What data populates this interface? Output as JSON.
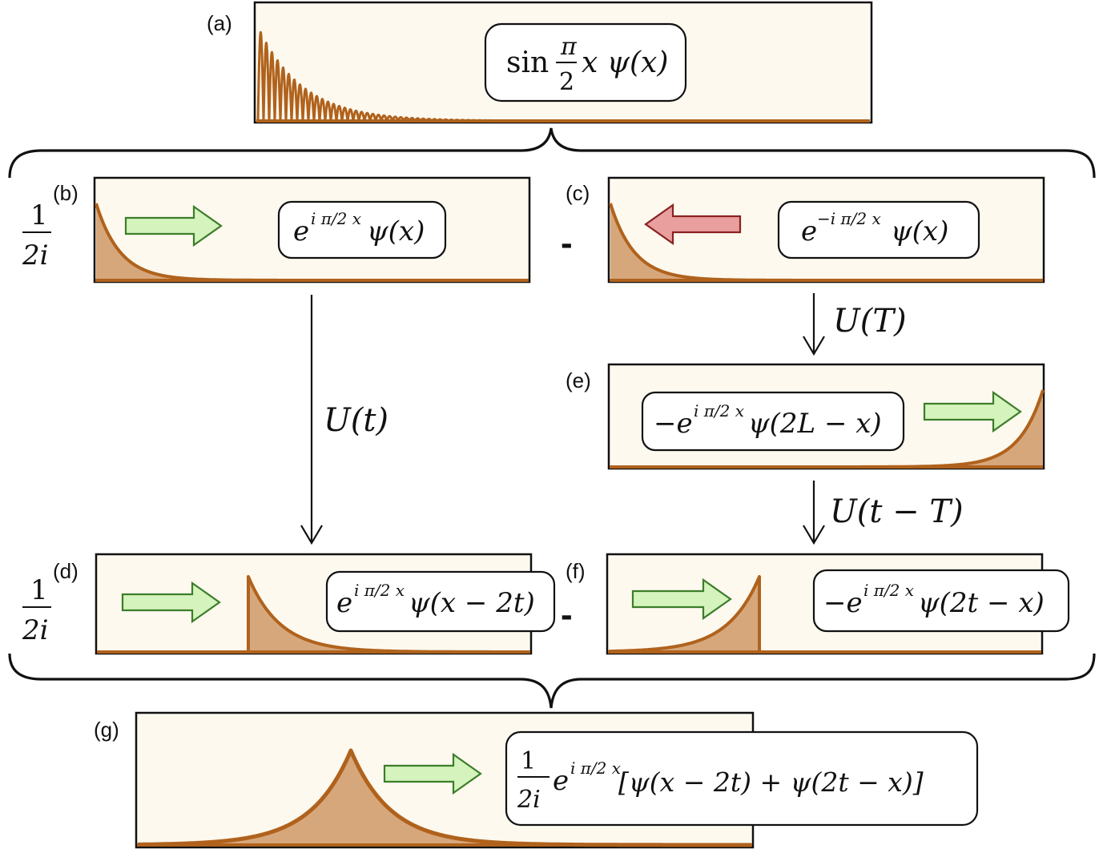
{
  "panels": {
    "a": {
      "tag": "(a)",
      "label": {
        "pre": "sin",
        "num": "π",
        "den": "2",
        "post": "x ψ(x)"
      }
    },
    "b": {
      "tag": "(b)",
      "label": {
        "base": "e",
        "exp": "i π/2 x",
        "post": "ψ(x)"
      }
    },
    "c": {
      "tag": "(c)",
      "label": {
        "base": "e",
        "exp": "−i π/2 x",
        "post": "ψ(x)"
      }
    },
    "d": {
      "tag": "(d)",
      "label": {
        "base": "e",
        "exp": "i π/2 x",
        "post": "ψ(x − 2t)"
      }
    },
    "e": {
      "tag": "(e)",
      "label": {
        "base": "−e",
        "exp": "i π/2 x",
        "post": "ψ(2L − x)"
      }
    },
    "f": {
      "tag": "(f)",
      "label": {
        "base": "−e",
        "exp": "i π/2 x",
        "post": "ψ(2t − x)"
      }
    },
    "g": {
      "tag": "(g)",
      "label": {
        "num": "1",
        "den": "2i",
        "base": "e",
        "exp": "i π/2 x",
        "bracket": "[ψ(x − 2t) + ψ(2t − x)]"
      }
    }
  },
  "prefactors": {
    "top": {
      "num": "1",
      "den": "2i"
    },
    "bottom": {
      "num": "1",
      "den": "2i"
    }
  },
  "minus_signs": {
    "top": "-",
    "bottom": "-"
  },
  "operators": {
    "b_to_d": "U(t)",
    "c_to_e": "U(T)",
    "e_to_f": "U(t − T)"
  },
  "colors": {
    "wave": "#b0621c",
    "wave_fill": "#d7a77c",
    "panel_bg": "#fdf9ef",
    "right_arrow": "#d4f3bd",
    "left_arrow": "#ea9f9f"
  },
  "icons": {
    "right_arrow": "green-right-arrow-icon",
    "left_arrow": "red-left-arrow-icon"
  }
}
